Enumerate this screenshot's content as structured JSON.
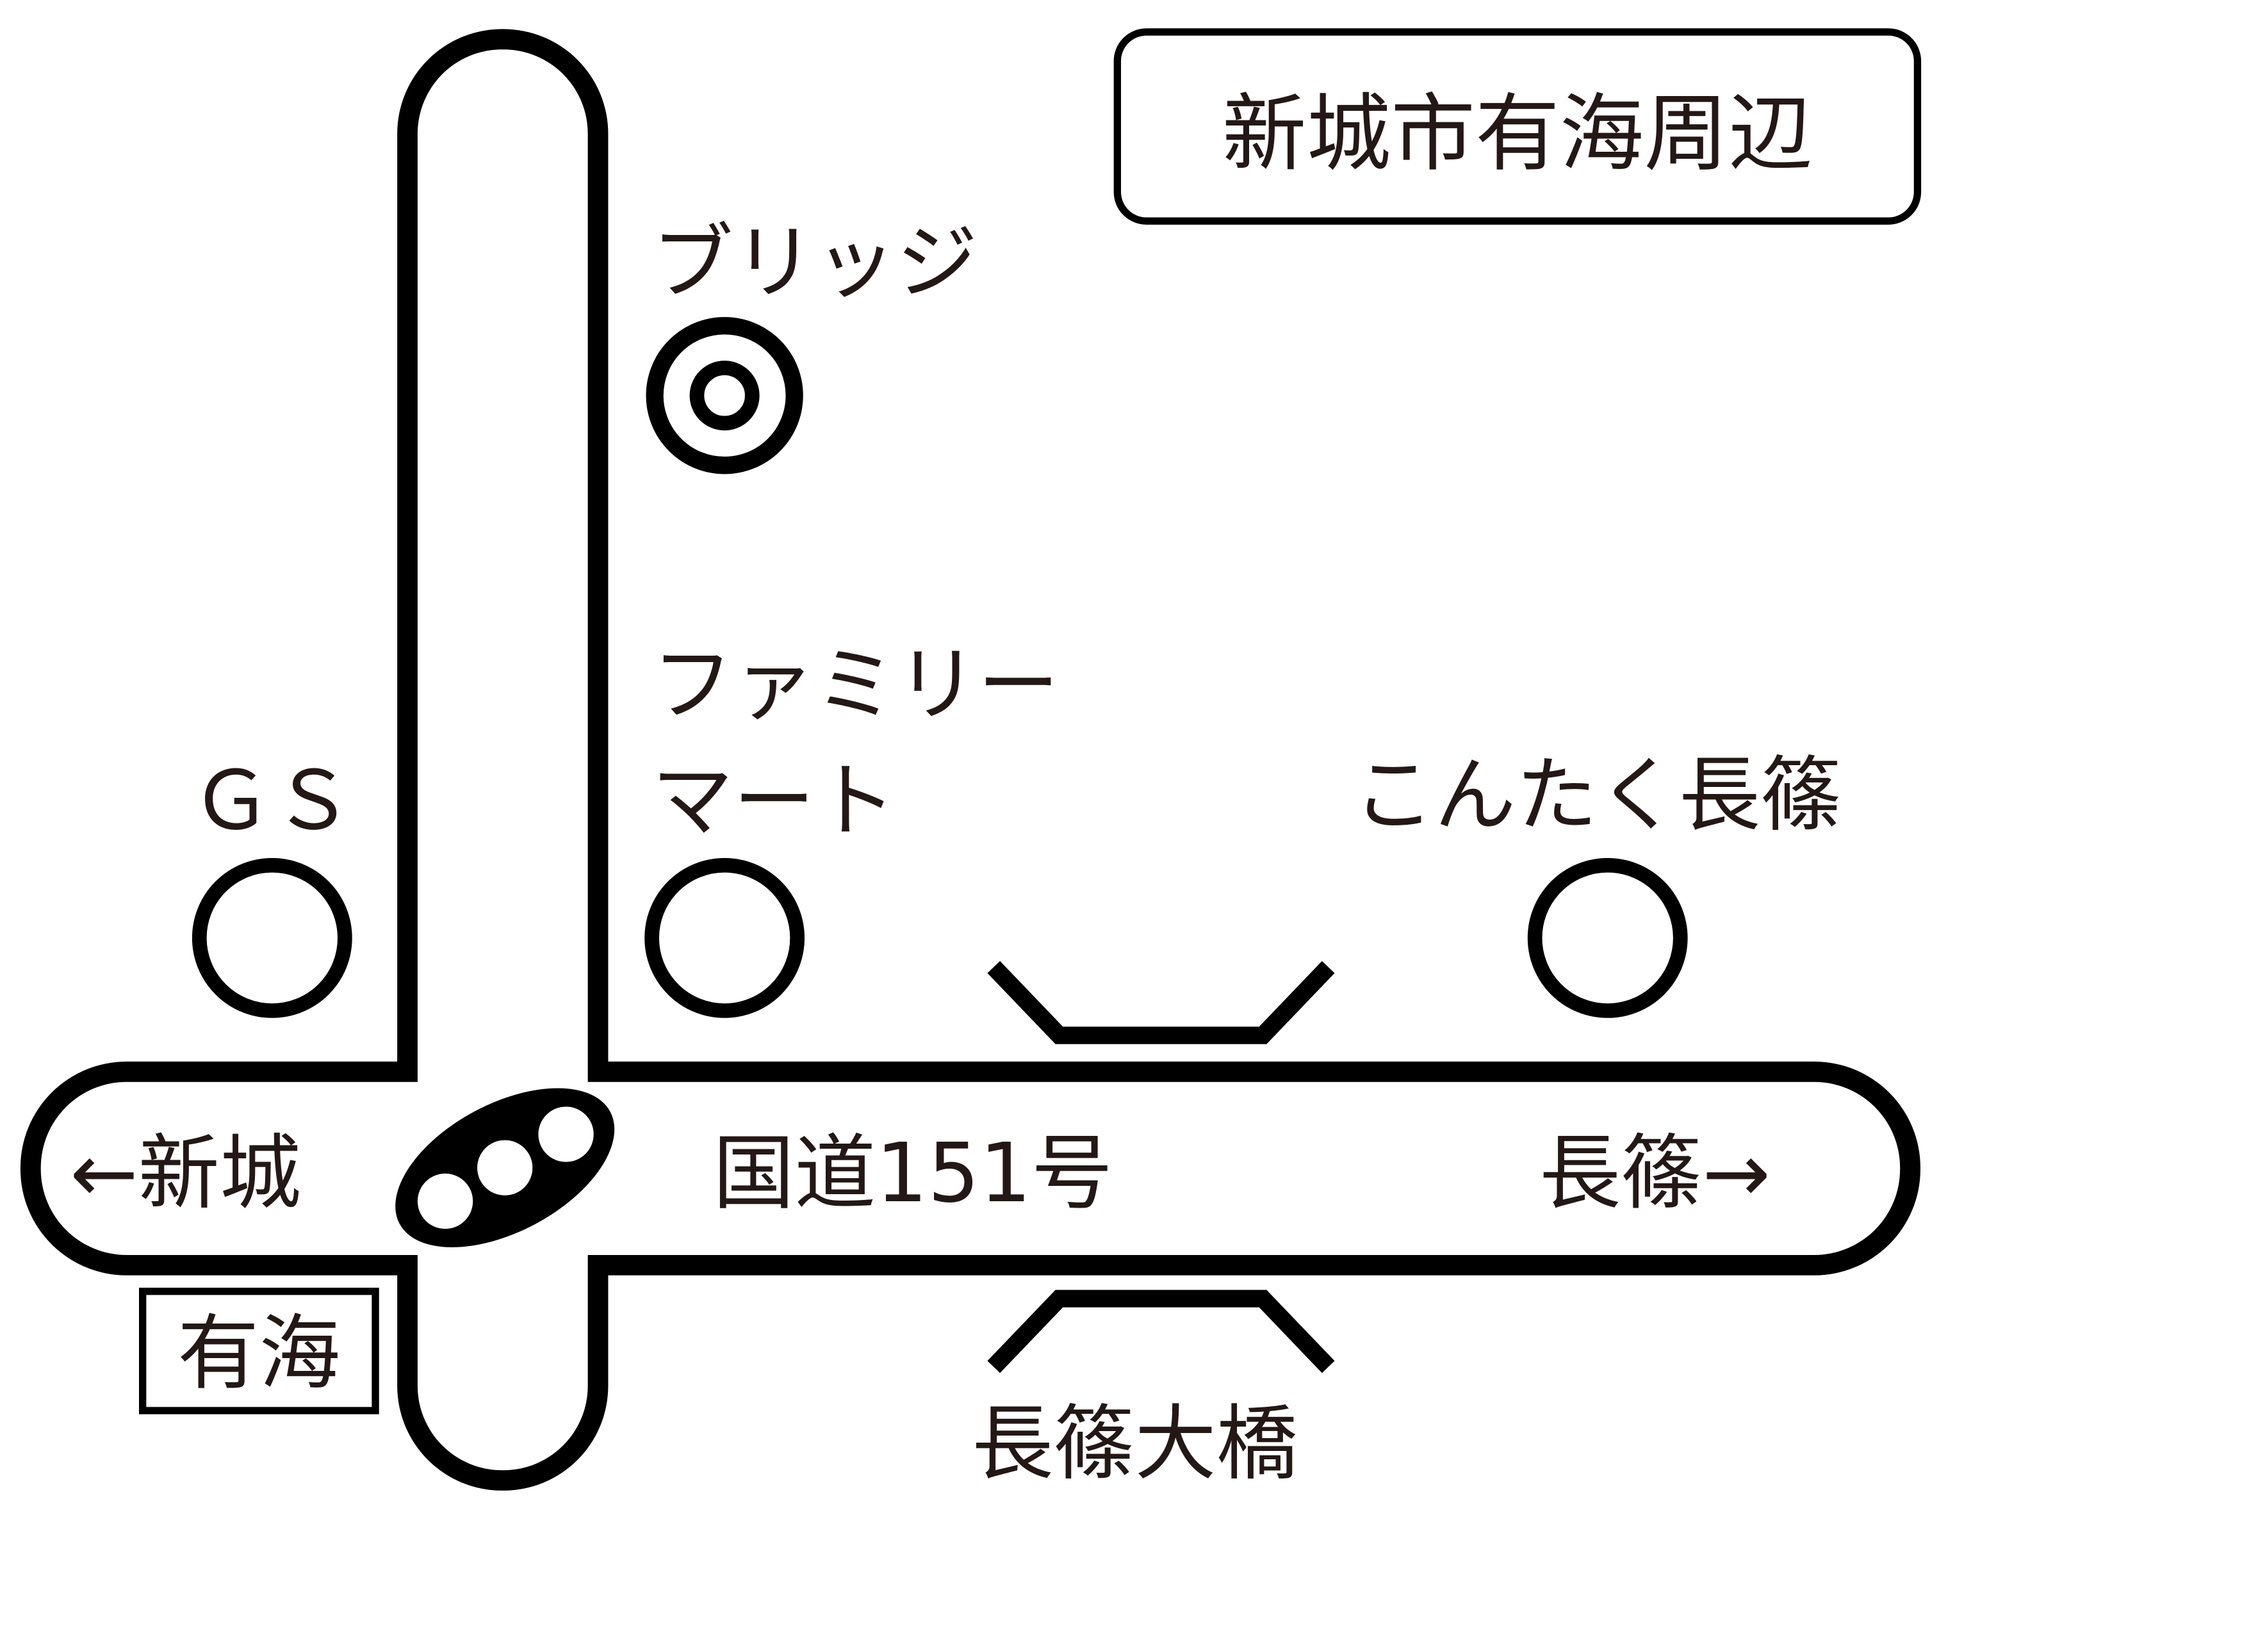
{
  "map": {
    "title": "新城市有海周辺",
    "area_label": "有海",
    "road": {
      "name": "国道151号",
      "west_direction": "←新城",
      "east_direction": "長篠→"
    },
    "landmarks": {
      "bridge_store": "ブリッジ",
      "gas_station": "ＧＳ",
      "familymart_line1": "ファミリー",
      "familymart_line2": "マート",
      "kontaku": "こんたく長篠",
      "bridge": "長篠大橋"
    },
    "colors": {
      "ink": "#000000",
      "text": "#231815",
      "background": "#ffffff"
    }
  }
}
